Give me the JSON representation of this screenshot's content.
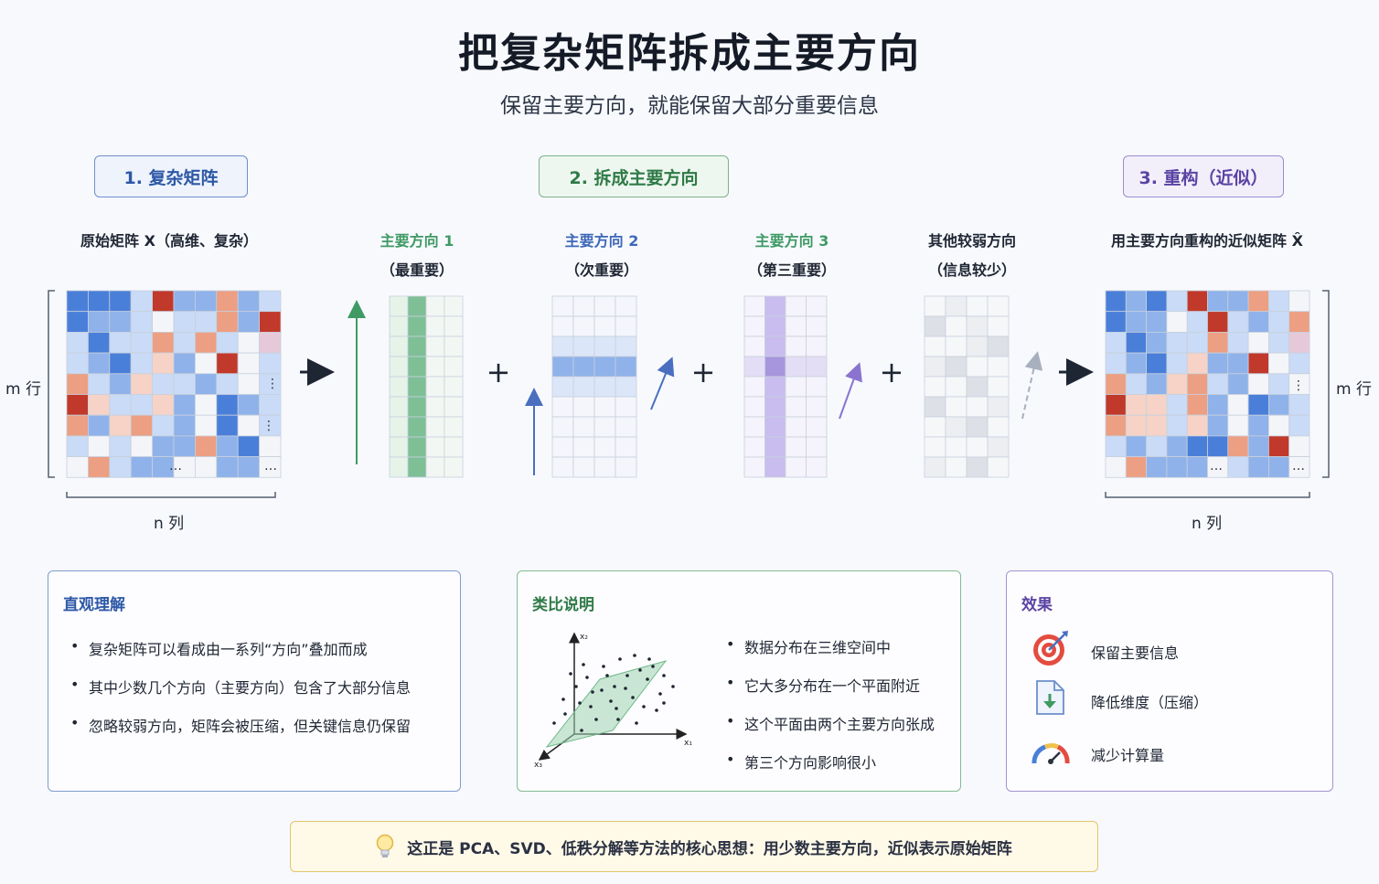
{
  "title": "把复杂矩阵拆成主要方向",
  "subtitle": "保留主要方向，就能保留大部分重要信息",
  "steps": {
    "s1": "1.  复杂矩阵",
    "s2": "2.  拆成主要方向",
    "s3": "3.  重构（近似）"
  },
  "labels": {
    "original": "原始矩阵 X（高维、复杂）",
    "dir1_title": "主要方向 1",
    "dir1_sub": "（最重要）",
    "dir2_title": "主要方向 2",
    "dir2_sub": "（次重要）",
    "dir3_title": "主要方向 3",
    "dir3_sub": "（第三重要）",
    "weak_title": "其他较弱方向",
    "weak_sub": "（信息较少）",
    "recon": "用主要方向重构的近似矩阵 X̂"
  },
  "dims": {
    "m_left": "m 行",
    "n_left": "n 列",
    "m_right": "m 行",
    "n_right": "n 列"
  },
  "ellipsis": "…",
  "vdots": "⋮",
  "colors": {
    "blue_strong": "#4a7fd9",
    "red_strong": "#c0392b",
    "green_dir": "#3f9a64",
    "blue_dir": "#4a6fc0",
    "purple_dir": "#8a74cf",
    "gray_dir": "#9aa3b2"
  },
  "cards": {
    "intuition": {
      "title": "直观理解",
      "items": [
        "复杂矩阵可以看成由一系列“方向”叠加而成",
        "其中少数几个方向（主要方向）包含了大部分信息",
        "忽略较弱方向，矩阵会被压缩，但关键信息仍保留"
      ]
    },
    "analogy": {
      "title": "类比说明",
      "axis_x1": "x₁",
      "axis_x2": "x₂",
      "axis_x3": "x₃",
      "items": [
        "数据分布在三维空间中",
        "它大多分布在一个平面附近",
        "这个平面由两个主要方向张成",
        "第三个方向影响很小"
      ]
    },
    "effect": {
      "title": "效果",
      "items": [
        {
          "icon": "target-icon",
          "text": "保留主要信息"
        },
        {
          "icon": "file-download-icon",
          "text": "降低维度（压缩）"
        },
        {
          "icon": "speedometer-icon",
          "text": "减少计算量"
        }
      ]
    }
  },
  "footer": "这正是 PCA、SVD、低秩分解等方法的核心思想：用少数主要方向，近似表示原始矩阵"
}
